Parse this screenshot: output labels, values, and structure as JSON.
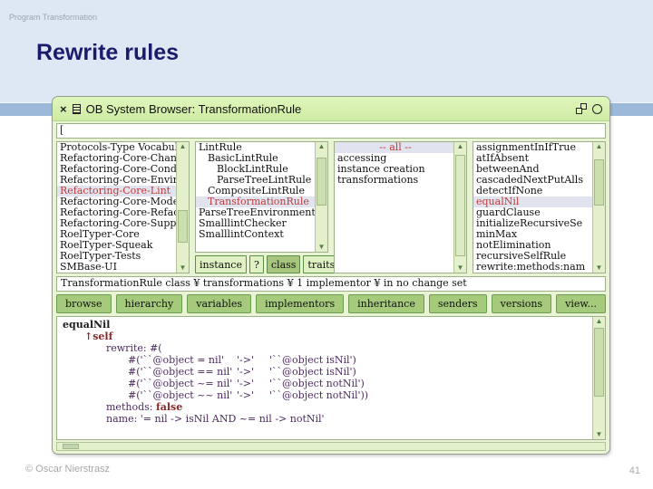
{
  "slide": {
    "eyebrow": "Program Transformation",
    "title": "Rewrite rules",
    "footer_left": "© Oscar Nierstrasz",
    "page_number": "41"
  },
  "colors": {
    "slide_top_bg": "#dde8f4",
    "band": "#9cb9da",
    "title_text": "#1b1b6e",
    "titlebar_green": "#d8f2ae",
    "window_body_green": "#e9f4d5",
    "button_green": "#a6ca7b",
    "selected_row_bg": "#e1e4ef",
    "selected_row_text": "#c03a3a",
    "code_plain": "#4b2a5e",
    "code_keyword_red": "#8c2727"
  },
  "window": {
    "title": "OB System Browser: TransformationRule",
    "icons": {
      "close": "×",
      "menu": "window-menu",
      "restore": "restore-squares",
      "circle": "circle"
    },
    "search_value": "[",
    "scroll_arrows": {
      "up": "▲",
      "down": "▼"
    },
    "packages": {
      "selected_index": 4,
      "items": [
        "Protocols-Type Vocabul",
        "Refactoring-Core-Chang",
        "Refactoring-Core-Condi",
        "Refactoring-Core-Envir",
        "Refactoring-Core-Lint",
        "Refactoring-Core-Model",
        "Refactoring-Core-Refac",
        "Refactoring-Core-Suppo",
        "RoelTyper-Core",
        "RoelTyper-Squeak",
        "RoelTyper-Tests",
        "SMBase-UI"
      ]
    },
    "classes": {
      "selected_index": 5,
      "items": [
        {
          "label": "LintRule",
          "indent": 0
        },
        {
          "label": "BasicLintRule",
          "indent": 1
        },
        {
          "label": "BlockLintRule",
          "indent": 2
        },
        {
          "label": "ParseTreeLintRule",
          "indent": 2
        },
        {
          "label": "CompositeLintRule",
          "indent": 1
        },
        {
          "label": "TransformationRule",
          "indent": 1
        },
        {
          "label": "ParseTreeEnvironment",
          "indent": 0
        },
        {
          "label": "SmalllintChecker",
          "indent": 0
        },
        {
          "label": "SmalllintContext",
          "indent": 0
        }
      ],
      "buttons": [
        {
          "label": "instance",
          "selected": false
        },
        {
          "label": "?",
          "selected": false,
          "narrow": true
        },
        {
          "label": "class",
          "selected": true
        },
        {
          "label": "traits",
          "selected": false
        }
      ]
    },
    "protocols": {
      "selected_index": 0,
      "items": [
        "-- all --",
        "accessing",
        "instance creation",
        "transformations"
      ]
    },
    "methods": {
      "selected_index": 5,
      "items": [
        "assignmentInIfTrue",
        "atIfAbsent",
        "betweenAnd",
        "cascadedNextPutAlls",
        "detectIfNone",
        "equalNil",
        "guardClause",
        "initializeRecursiveSe",
        "minMax",
        "notElimination",
        "recursiveSelfRule",
        "rewrite:methods:nam"
      ]
    },
    "annotation": "TransformationRule class ¥ transformations ¥ 1 implementor ¥ in no change set",
    "action_buttons": [
      "browse",
      "hierarchy",
      "variables",
      "implementors",
      "inheritance",
      "senders",
      "versions",
      "view..."
    ],
    "code": {
      "lines": [
        {
          "indent": 0,
          "segments": [
            {
              "text": "equalNil",
              "style": "method"
            }
          ]
        },
        {
          "indent": 1,
          "segments": [
            {
              "text": "↑self",
              "style": "return"
            }
          ]
        },
        {
          "indent": 2,
          "segments": [
            {
              "text": "rewrite: #(",
              "style": "plain"
            }
          ]
        },
        {
          "indent": 3,
          "segments": [
            {
              "text": "#('``@object = nil'",
              "style": "pat"
            },
            {
              "text": "'->'",
              "style": "arrow"
            },
            {
              "text": "'``@object isNil')",
              "style": "plain"
            }
          ]
        },
        {
          "indent": 3,
          "segments": [
            {
              "text": "#('``@object == nil'",
              "style": "pat"
            },
            {
              "text": "'->'",
              "style": "arrow"
            },
            {
              "text": "'``@object isNil')",
              "style": "plain"
            }
          ]
        },
        {
          "indent": 3,
          "segments": [
            {
              "text": "#('``@object ~= nil'",
              "style": "pat"
            },
            {
              "text": "'->'",
              "style": "arrow"
            },
            {
              "text": "'``@object notNil')",
              "style": "plain"
            }
          ]
        },
        {
          "indent": 3,
          "segments": [
            {
              "text": "#('``@object ~~ nil'",
              "style": "pat"
            },
            {
              "text": "'->'",
              "style": "arrow"
            },
            {
              "text": "'``@object notNil'))",
              "style": "plain"
            }
          ]
        },
        {
          "indent": 2,
          "segments": [
            {
              "text": "methods: ",
              "style": "plain"
            },
            {
              "text": "false",
              "style": "boldred"
            }
          ]
        },
        {
          "indent": 2,
          "segments": [
            {
              "text": "name: '= nil -> isNil AND ~= nil -> notNil'",
              "style": "plain"
            }
          ]
        }
      ]
    }
  }
}
